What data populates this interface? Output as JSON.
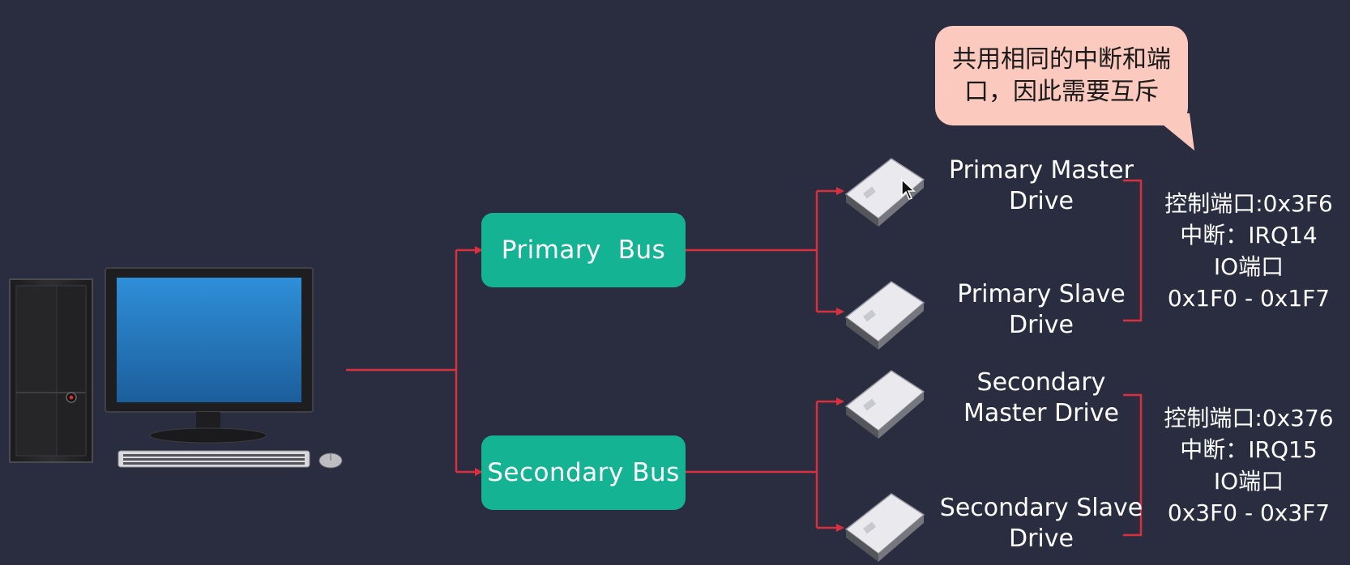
{
  "callout": {
    "line1": "共用相同的中断和端",
    "line2": "口，因此需要互斥"
  },
  "buses": {
    "primary": "Primary  Bus",
    "secondary": "Secondary Bus"
  },
  "drives": {
    "primary_master": {
      "line1": "Primary Master",
      "line2": "Drive"
    },
    "primary_slave": {
      "line1": "Primary Slave",
      "line2": "Drive"
    },
    "secondary_master": {
      "line1": "Secondary",
      "line2": "Master Drive"
    },
    "secondary_slave": {
      "line1": "Secondary Slave",
      "line2": "Drive"
    }
  },
  "primary_info": {
    "control_port": "控制端口:0x3F6",
    "interrupt": "中断：IRQ14",
    "io_port_label": "IO端口",
    "io_port_range": "0x1F0 - 0x1F7"
  },
  "secondary_info": {
    "control_port": "控制端口:0x376",
    "interrupt": "中断：IRQ15",
    "io_port_label": "IO端口",
    "io_port_range": "0x3F0 - 0x3F7"
  },
  "colors": {
    "background": "#2a2d3f",
    "bus_fill": "#14b393",
    "connector": "#d9303f",
    "callout_fill": "#fbc9bd"
  },
  "icons": [
    "desktop-computer-icon",
    "external-hard-drive-icon",
    "mouse-cursor-icon"
  ]
}
